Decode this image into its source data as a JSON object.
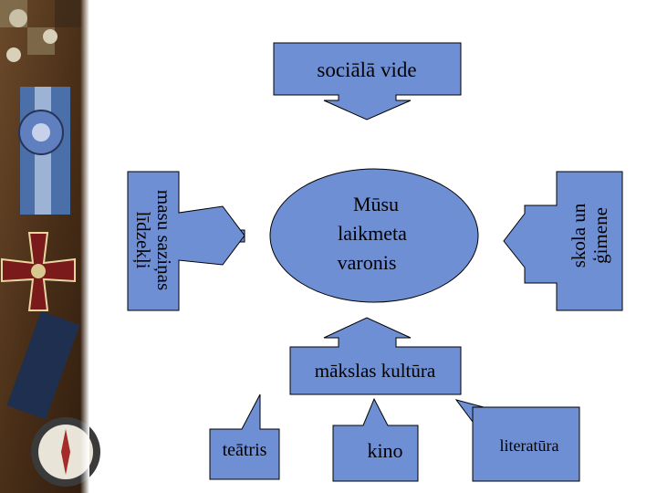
{
  "colors": {
    "shape_fill": "#6f8fd4",
    "stroke": "#000000",
    "background": "#ffffff"
  },
  "decor": {
    "left_strip": "medal-and-compass-photo"
  },
  "diagram": {
    "center": [
      "Mūsu",
      "laikmeta",
      "varonis"
    ],
    "top": "sociālā vide",
    "left": [
      "masu saziņas",
      "līdzekļi"
    ],
    "right": [
      "skola un",
      "ģimene"
    ],
    "bottom": "mākslas kultūra",
    "callouts": [
      "teātris",
      "kino",
      "literatūra"
    ]
  }
}
